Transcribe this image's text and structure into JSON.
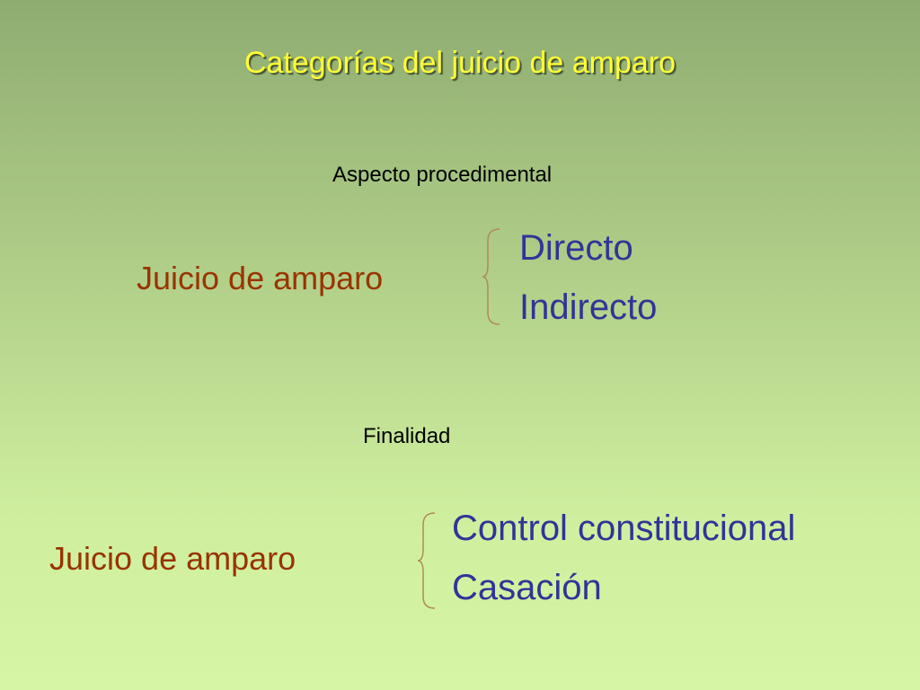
{
  "title": "Categorías del juicio de amparo",
  "colors": {
    "title": "#ffff33",
    "section_label": "#000000",
    "main_term": "#993300",
    "branch": "#333399",
    "brace": "#b08a5a"
  },
  "sections": [
    {
      "label": "Aspecto procedimental",
      "term": "Juicio de amparo",
      "branches": [
        "Directo",
        "Indirecto"
      ]
    },
    {
      "label": "Finalidad",
      "term": "Juicio de amparo",
      "branches": [
        "Control constitucional",
        "Casación"
      ]
    }
  ]
}
